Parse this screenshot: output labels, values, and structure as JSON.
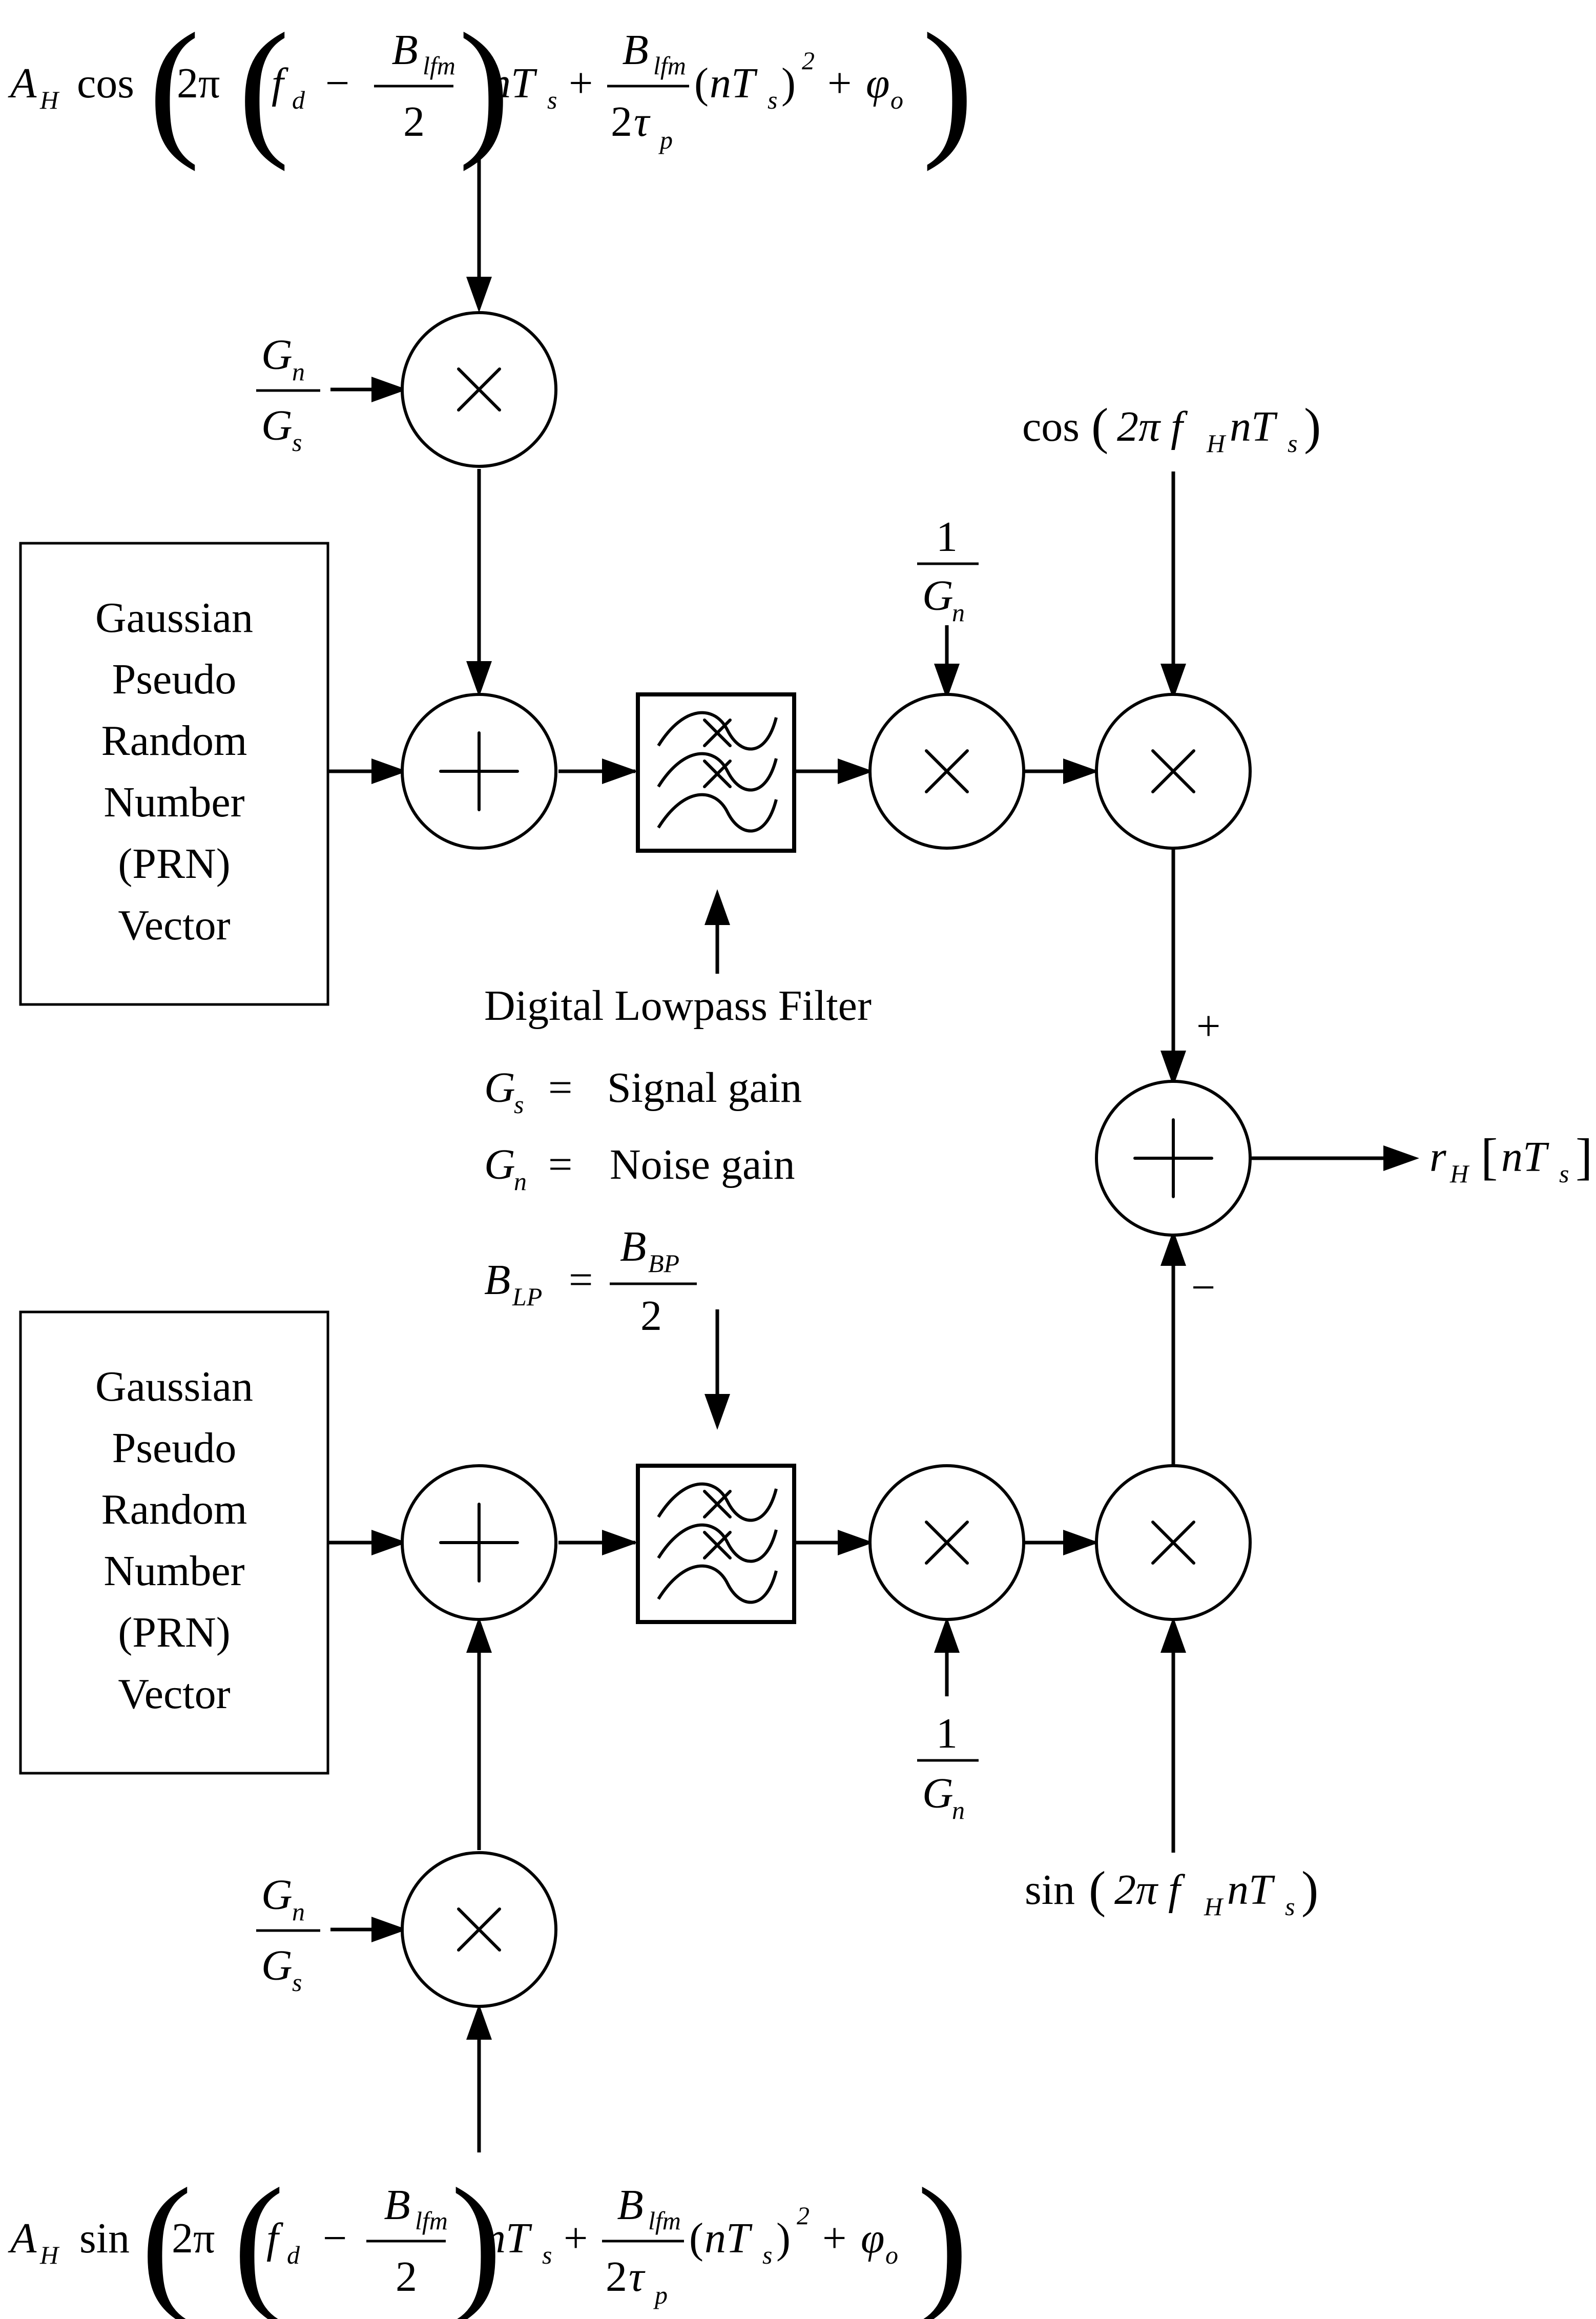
{
  "prn_block_lines": [
    "Gaussian",
    "Pseudo",
    "Random",
    "Number",
    "(PRN)",
    "Vector"
  ],
  "legend": {
    "filter_label": "Digital Lowpass Filter",
    "gs_label": "Signal gain",
    "gn_label": "Noise gain",
    "equals": "="
  },
  "math": {
    "top_ah": "A",
    "top_ah_sub": "H",
    "top_func": "cos",
    "bottom_func": "sin",
    "two_pi": "2π",
    "f": "f",
    "f_sub": "d",
    "minus": "−",
    "plus": "+",
    "B": "B",
    "lfm_sub": "lfm",
    "two": "2",
    "nT": "nT",
    "s_sub": "s",
    "tau": "τ",
    "p_sub": "p",
    "square": "2",
    "phi": "φ",
    "o_sub": "o",
    "G": "G",
    "n_sub": "n",
    "one": "1",
    "carrier_cos": "cos",
    "carrier_sin": "sin",
    "two_pi_f": "2π f",
    "H_sub": "H",
    "r": "r",
    "LP_sub": "LP",
    "BP_sub": "BP",
    "sum_plus": "+",
    "sum_minus": "−"
  },
  "operators": {
    "multiply": "×",
    "add": "+"
  },
  "icons": [
    "multiplier-icon",
    "adder-icon",
    "lowpass-filter-icon",
    "arrow-icon"
  ]
}
